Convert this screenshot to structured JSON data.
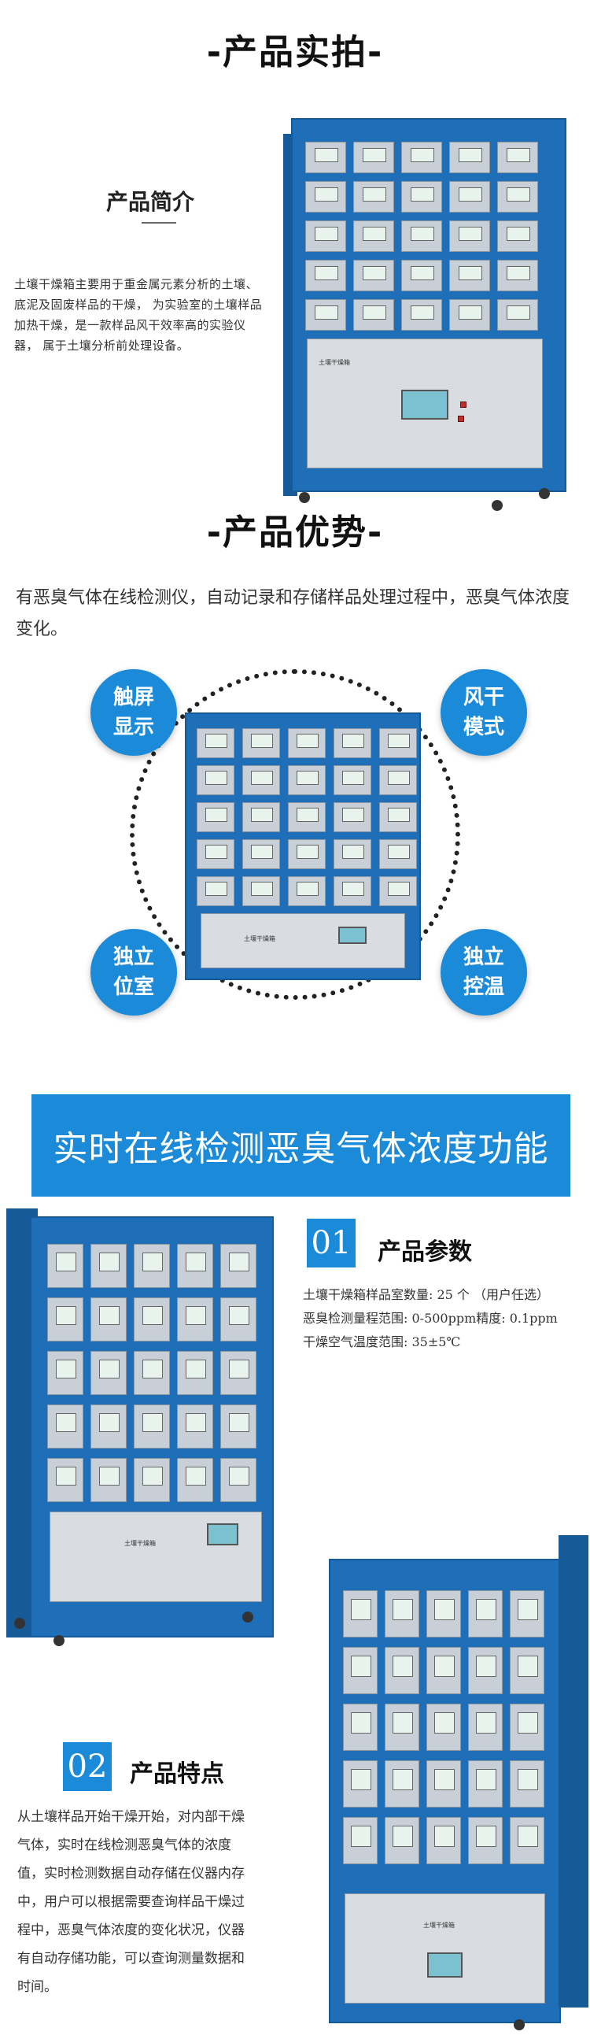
{
  "section1": {
    "title": "-产品实拍-",
    "intro_title": "产品简介",
    "intro_text": "土壤干燥箱主要用于重金属元素分析的土壤、 底泥及固废样品的干燥， 为实验室的土壤样品加热干燥，是一款样品风干效率高的实验仪器， 属于土壤分析前处理设备。",
    "cabinet_label": "土壤干燥箱"
  },
  "section2": {
    "title": "-产品优势-",
    "text": "有恶臭气体在线检测仪，自动记录和存储样品处理过程中，恶臭气体浓度变化。",
    "badges": [
      {
        "line1": "触屏",
        "line2": "显示"
      },
      {
        "line1": "风干",
        "line2": "模式"
      },
      {
        "line1": "独立",
        "line2": "位室"
      },
      {
        "line1": "独立",
        "line2": "控温"
      }
    ],
    "cabinet_label": "土壤干燥箱"
  },
  "banner": {
    "text": "实时在线检测恶臭气体浓度功能"
  },
  "params": {
    "number": "01",
    "heading": "产品参数",
    "lines": [
      "土壤干燥箱样品室数量: 25 个 （用户任选）",
      "恶臭检测量程范围: 0-500ppm精度: 0.1ppm",
      "干燥空气温度范围: 35±5℃"
    ],
    "cabinet_label": "土壤干燥箱"
  },
  "features": {
    "number": "02",
    "heading": "产品特点",
    "text": "从土壤样品开始干燥开始，对内部干燥气体，实时在线检测恶臭气体的浓度值，实时检测数据自动存储在仪器内存中，用户可以根据需要查询样品干燥过程中，恶臭气体浓度的变化状况，仪器有自动存储功能，可以查询测量数据和时间。",
    "cabinet_label": "土壤干燥箱"
  },
  "colors": {
    "accent": "#1b8ad8",
    "cabinet_blue": "#1f6fb8"
  }
}
